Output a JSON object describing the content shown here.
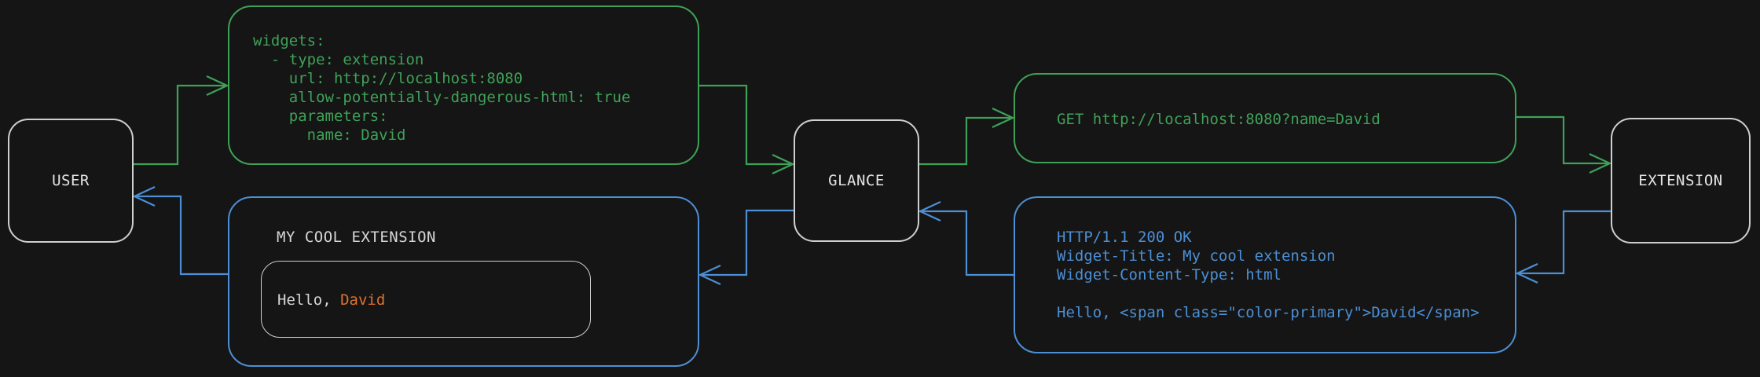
{
  "nodes": {
    "user": "USER",
    "glance": "GLANCE",
    "extension": "EXTENSION"
  },
  "messages": {
    "config_yaml": "widgets:\n  - type: extension\n    url: http://localhost:8080\n    allow-potentially-dangerous-html: true\n    parameters:\n      name: David",
    "http_request": "GET http://localhost:8080?name=David",
    "http_response": "HTTP/1.1 200 OK\nWidget-Title: My cool extension\nWidget-Content-Type: html\n\nHello, <span class=\"color-primary\">David</span>",
    "widget_preview": {
      "title": "MY COOL EXTENSION",
      "greeting_prefix": "Hello, ",
      "greeting_name": "David"
    }
  },
  "colors": {
    "green": "#3fa158",
    "blue": "#4c8fd5",
    "orange": "#e0702d",
    "fg": "#d6d6d6",
    "node-border": "#cfcfcf",
    "bg": "#151515"
  }
}
